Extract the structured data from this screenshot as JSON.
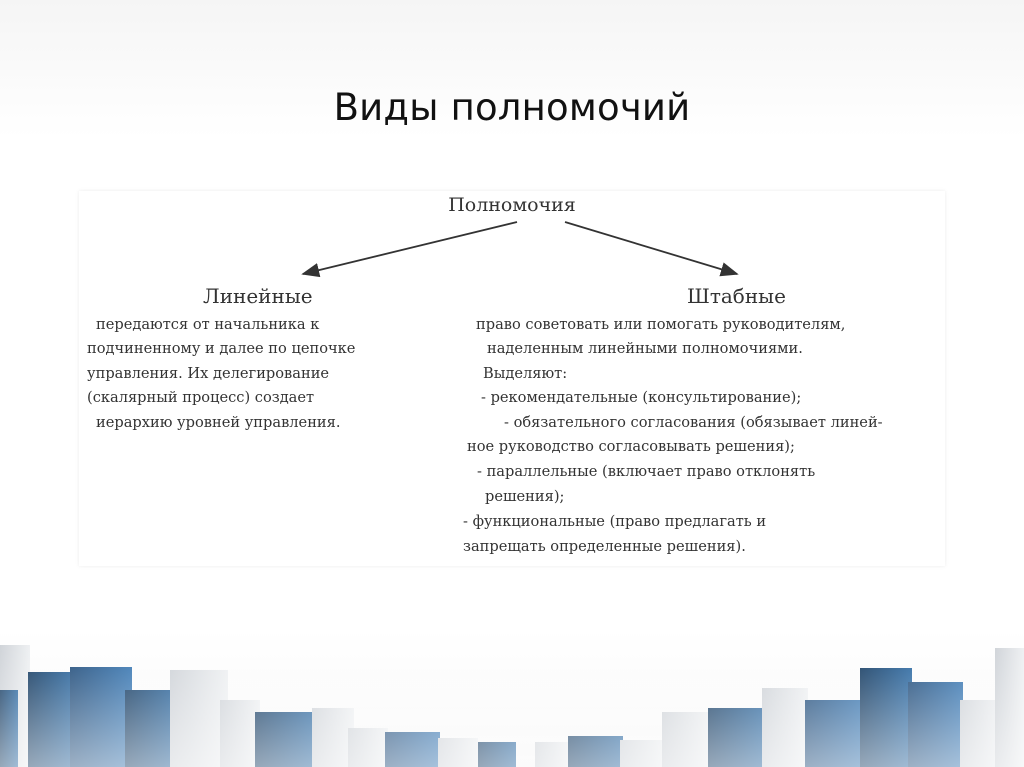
{
  "slide": {
    "title": "Виды полномочий"
  },
  "diagram": {
    "root": "Полномочия",
    "left": {
      "heading": "Линейные",
      "lines": [
        "передаются  от начальника к",
        "подчиненному и далее по цепочке",
        "управления. Их делегирование",
        "(скалярный процесс) создает",
        "иерархию уровней управления."
      ]
    },
    "right": {
      "heading": "Штабные",
      "lines": [
        "право советовать или помогать руководителям,",
        "наделенным линейными полномочиями.",
        "Выделяют:",
        "- рекомендательные (консультирование);",
        "- обязательного согласования (обязывает линей-",
        "ное руководство согласовывать решения);",
        "- параллельные (включает право отклонять",
        "решения);",
        "- функциональные (право предлагать и",
        "запрещать определенные решения)."
      ]
    }
  },
  "colors": {
    "navy": "#1f4e7a",
    "blue": "#2c5f93",
    "light": "#dfe3e8",
    "grey": "#b9bdc3"
  }
}
